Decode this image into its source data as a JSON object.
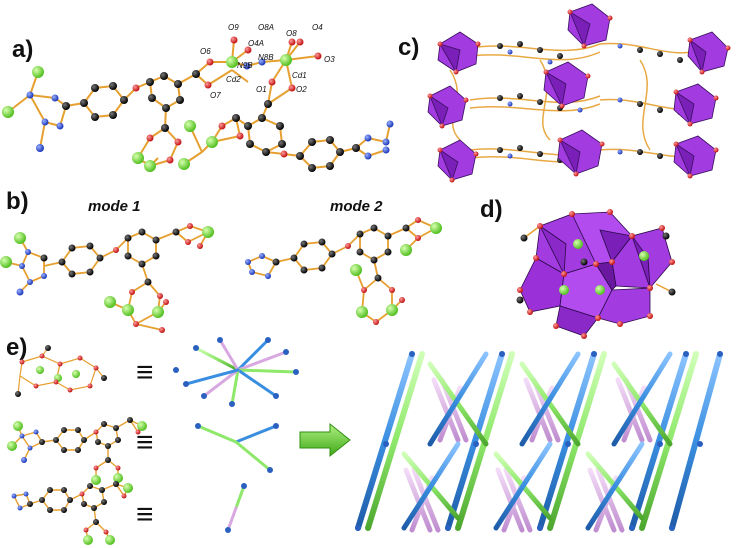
{
  "panels": {
    "a": "a)",
    "b": "b)",
    "c": "c)",
    "d": "d)",
    "e": "e)"
  },
  "modes": {
    "mode1": "mode 1",
    "mode2": "mode 2"
  },
  "atom_labels": {
    "o9": "O9",
    "o8a": "O8A",
    "o8": "O8",
    "o4": "O4",
    "o6": "O6",
    "o4a": "O4A",
    "n9b": "N9B",
    "n8b": "N8B",
    "o3": "O3",
    "cd2": "Cd2",
    "cd1": "Cd1",
    "o7": "O7",
    "o1": "O1",
    "o2": "O2"
  },
  "colors": {
    "cd": "#7fe03a",
    "oxygen": "#e02020",
    "carbon": "#111111",
    "nitrogen": "#2a50d8",
    "bond": "#e6a030",
    "polyhedron": "#a23be0",
    "net_blue": "#3a8ee0",
    "net_green": "#8ee86a",
    "net_pink": "#d8a8e0",
    "arrow": "#5ccc2a"
  },
  "symbols": {
    "equiv": "≡",
    "arrow": "right-arrow-icon"
  }
}
